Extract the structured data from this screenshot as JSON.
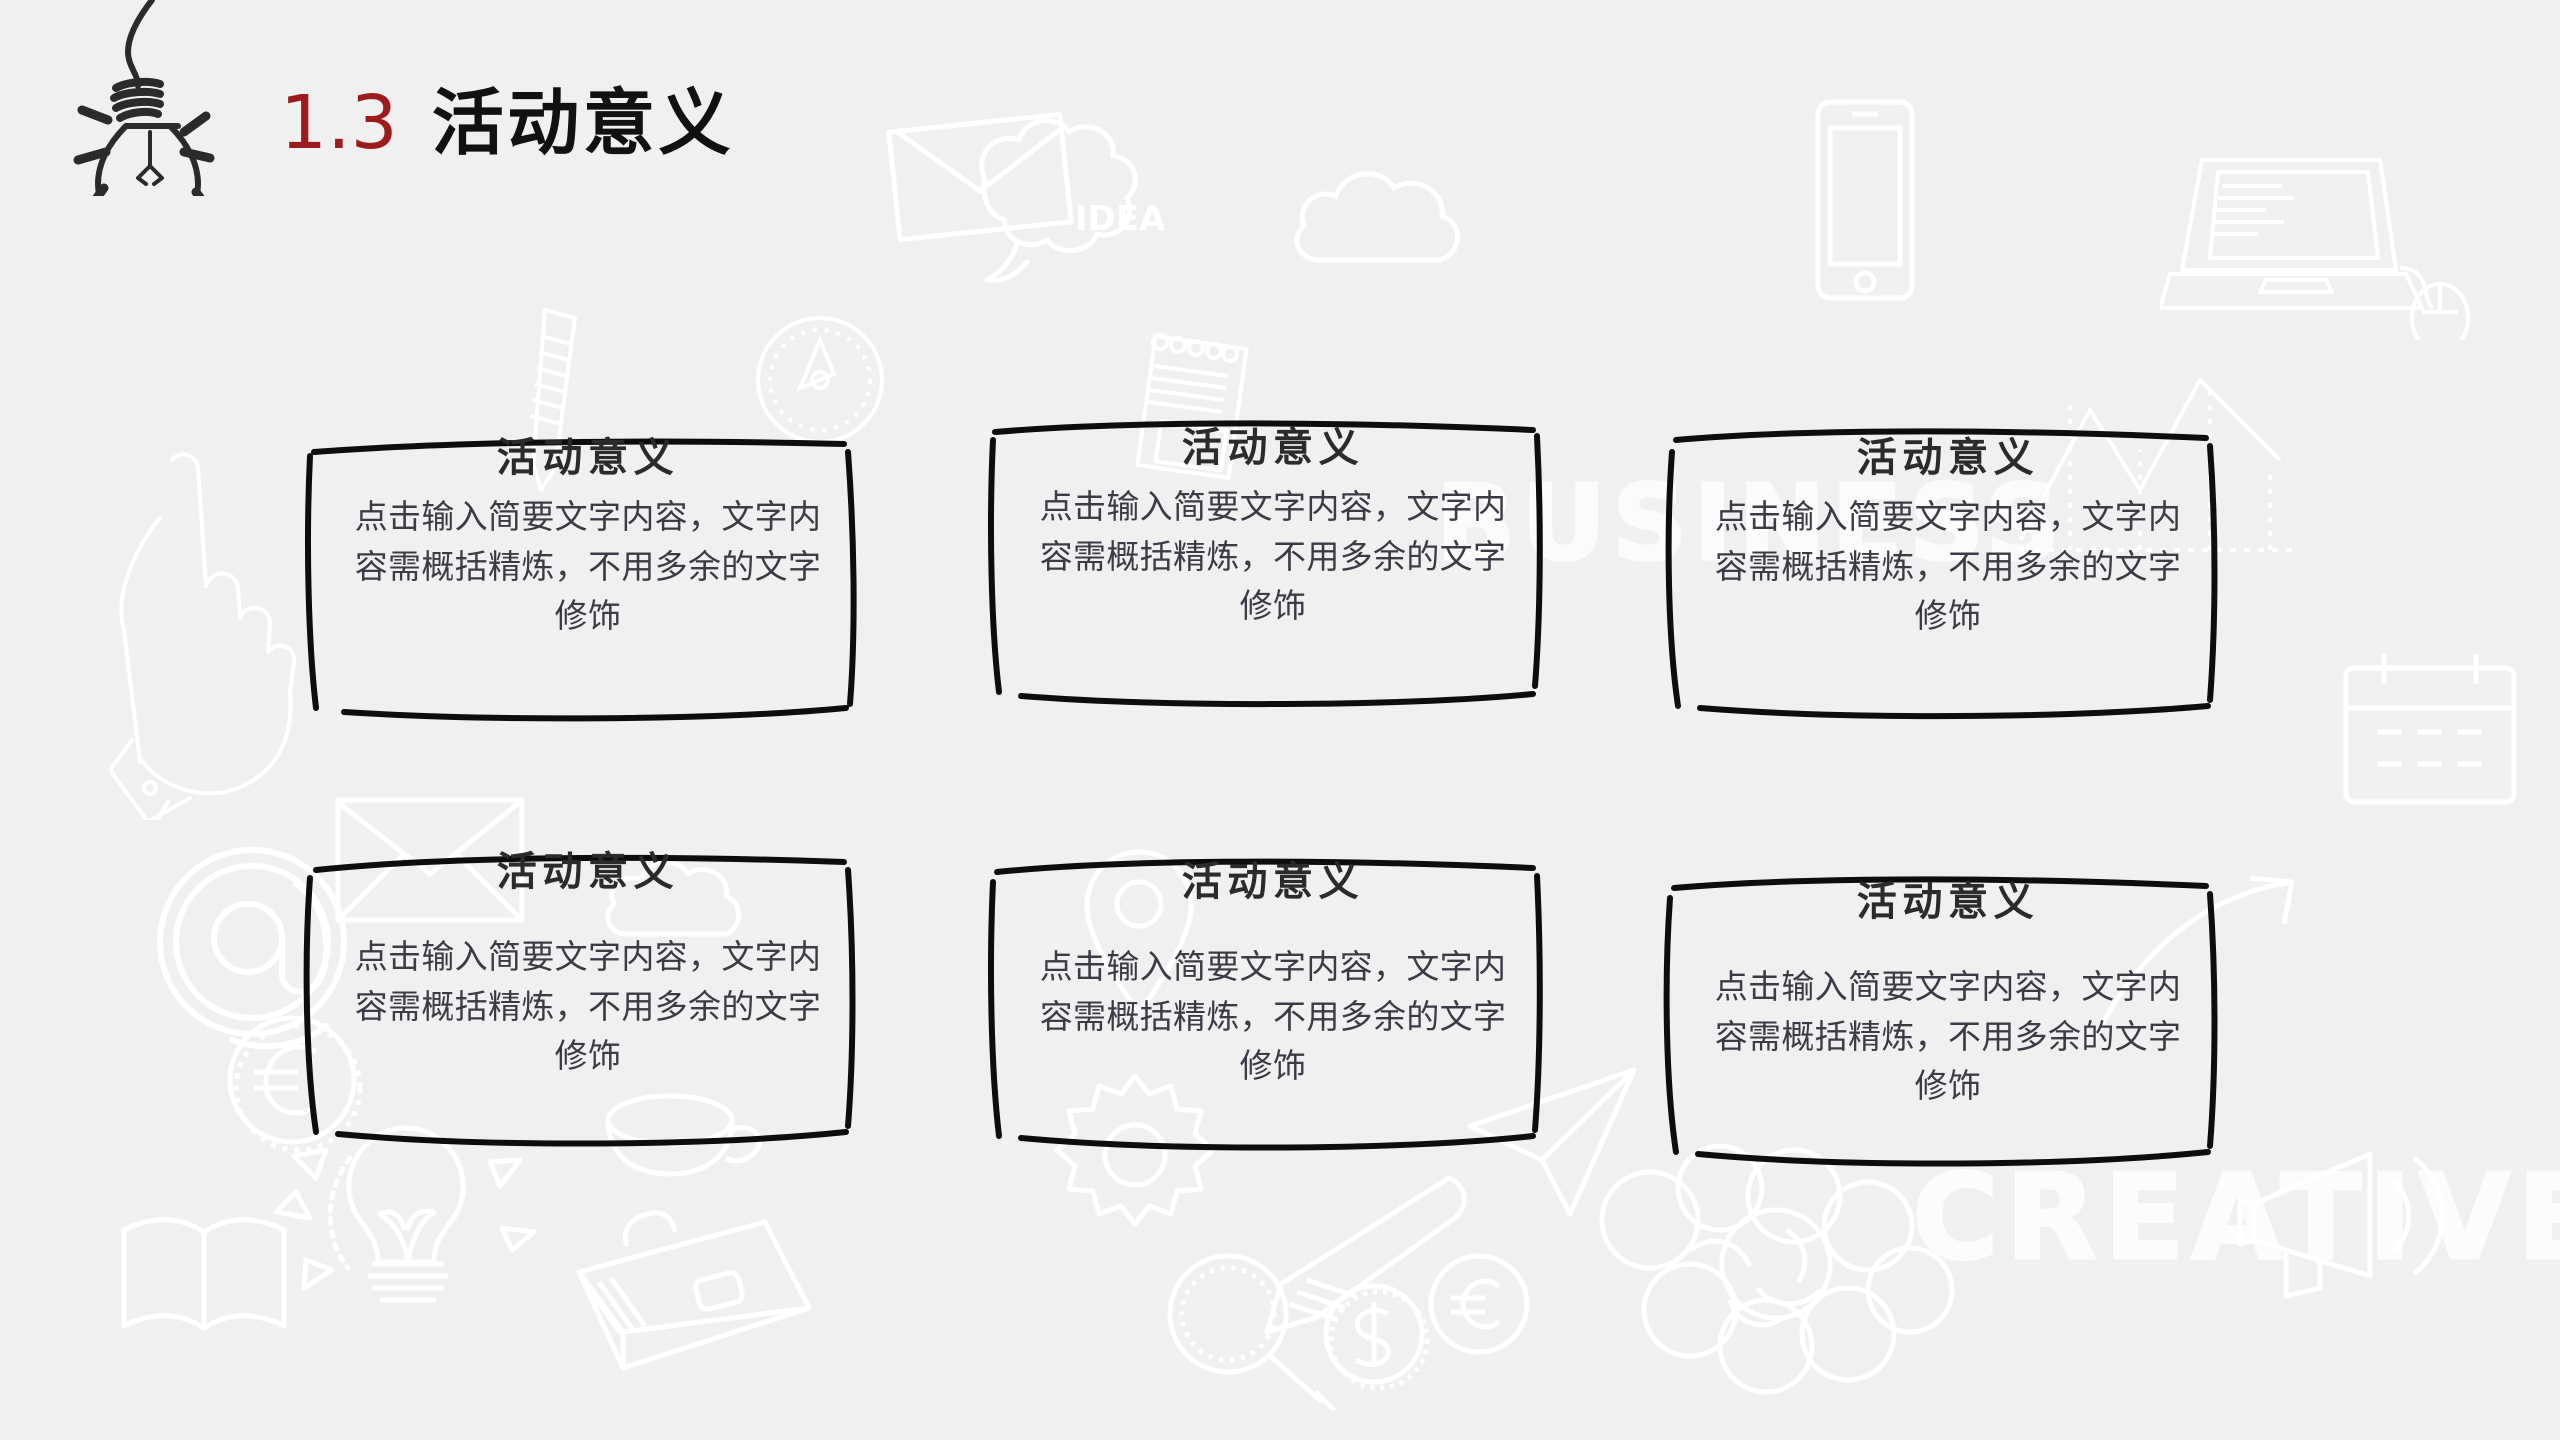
{
  "slide": {
    "background_color": "#f0f0f0",
    "accent_color": "#9d1b1b",
    "title_color": "#111111"
  },
  "header": {
    "section_number": "1.3",
    "section_title": "活动意义",
    "icon": "lightbulb-sketch-icon"
  },
  "watermarks": [
    {
      "text": "BUSINESS",
      "position": "center-left"
    },
    {
      "text": "CREATIVE",
      "position": "bottom-right"
    },
    {
      "text": "IDEA",
      "position": "top-center"
    }
  ],
  "cards": [
    {
      "title": "活动意义",
      "body": "点击输入简要文字内容，文字内容需概括精炼，不用多余的文字修饰"
    },
    {
      "title": "活动意义",
      "body": "点击输入简要文字内容，文字内容需概括精炼，不用多余的文字修饰"
    },
    {
      "title": "活动意义",
      "body": "点击输入简要文字内容，文字内容需概括精炼，不用多余的文字修饰"
    },
    {
      "title": "活动意义",
      "body": "点击输入简要文字内容，文字内容需概括精炼，不用多余的文字修饰"
    },
    {
      "title": "活动意义",
      "body": "点击输入简要文字内容，文字内容需概括精炼，不用多余的文字修饰"
    },
    {
      "title": "活动意义",
      "body": "点击输入简要文字内容，文字内容需概括精炼，不用多余的文字修饰"
    }
  ],
  "decorations": [
    "lightbulb-icon",
    "speech-bubble-idea-icon",
    "notepad-icon",
    "pen-icon",
    "compass-icon",
    "smartphone-icon",
    "laptop-icon",
    "mouse-icon",
    "pointing-hand-icon",
    "at-symbol-icon",
    "envelope-icon",
    "euro-coin-icon",
    "briefcase-icon",
    "brain-icon",
    "magnifier-icon",
    "dollar-coin-icon",
    "location-pin-icon",
    "chart-icon"
  ]
}
